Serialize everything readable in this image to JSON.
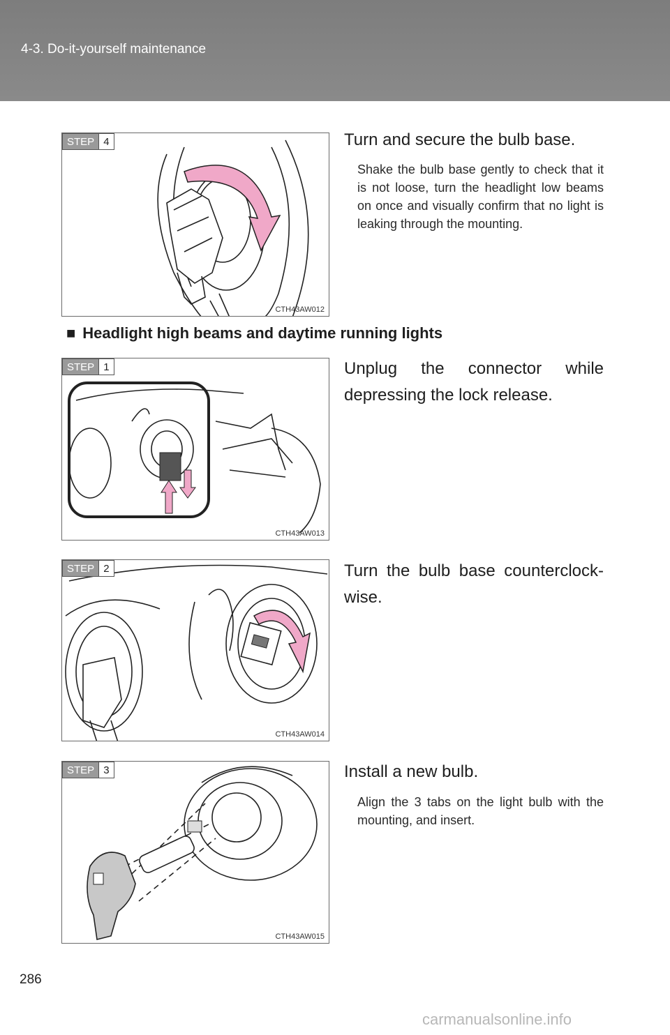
{
  "header": {
    "title": "4-3. Do-it-yourself maintenance"
  },
  "steps": [
    {
      "step_word": "STEP",
      "step_num": "4",
      "figure_code": "CTH43AW012",
      "heading": "Turn and secure the bulb base.",
      "note": "Shake the bulb base gently to check that it is not loose, turn the headlight low beams on once and visually confirm that no light is leaking through the mounting."
    },
    {
      "step_word": "STEP",
      "step_num": "1",
      "figure_code": "CTH43AW013",
      "heading": "Unplug the connector while depressing the lock release."
    },
    {
      "step_word": "STEP",
      "step_num": "2",
      "figure_code": "CTH43AW014",
      "heading": "Turn the bulb base counterclock-wise."
    },
    {
      "step_word": "STEP",
      "step_num": "3",
      "figure_code": "CTH43AW015",
      "heading": "Install a new bulb.",
      "note": "Align the 3 tabs on the light bulb with the mounting, and insert."
    }
  ],
  "section": {
    "bullet": "■",
    "title": "Headlight high beams and daytime running lights"
  },
  "page_number": "286",
  "watermark": "carmanualsonline.info",
  "colors": {
    "header_bg": "#858585",
    "arrow_pink": "#f0a8c8"
  }
}
